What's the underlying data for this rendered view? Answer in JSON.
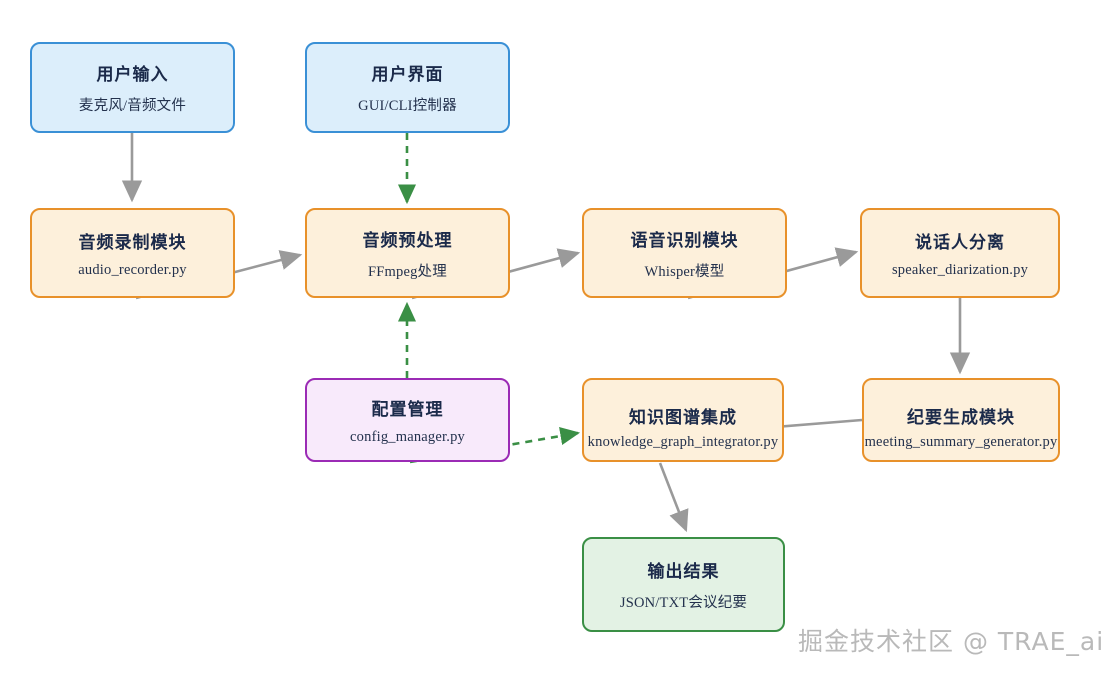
{
  "diagram": {
    "type": "flowchart",
    "watermark": "掘金技术社区 @ TRAE_ai",
    "colors": {
      "blue_fill": "#dceefb",
      "blue_border": "#3a90d6",
      "orange_fill": "#fdf0db",
      "orange_border": "#e8912a",
      "purple_fill": "#f8eafb",
      "purple_border": "#9b2bb5",
      "green_fill": "#e3f2e4",
      "green_border": "#3a8f45",
      "solid_edge": "#9a9a9a",
      "dashed_edge": "#3a8f45"
    },
    "nodes": [
      {
        "id": "user-input",
        "title": "用户输入",
        "sub": "麦克风/音频文件",
        "color": "blue"
      },
      {
        "id": "user-interface",
        "title": "用户界面",
        "sub": "GUI/CLI控制器",
        "color": "blue"
      },
      {
        "id": "audio-recorder",
        "title": "音频录制模块",
        "sub": "audio_recorder.py",
        "color": "orange"
      },
      {
        "id": "audio-preprocess",
        "title": "音频预处理",
        "sub": "FFmpeg处理",
        "color": "orange"
      },
      {
        "id": "speech-recognition",
        "title": "语音识别模块",
        "sub": "Whisper模型",
        "color": "orange"
      },
      {
        "id": "speaker-diarization",
        "title": "说话人分离",
        "sub": "speaker_diarization.py",
        "color": "orange"
      },
      {
        "id": "config-manager",
        "title": "配置管理",
        "sub": "config_manager.py",
        "color": "purple"
      },
      {
        "id": "knowledge-graph",
        "title": "知识图谱集成",
        "sub": "knowledge_graph_integrator.py",
        "color": "orange"
      },
      {
        "id": "summary-generator",
        "title": "纪要生成模块",
        "sub": "meeting_summary_generator.py",
        "color": "orange"
      },
      {
        "id": "output-result",
        "title": "输出结果",
        "sub": "JSON/TXT会议纪要",
        "color": "green"
      }
    ],
    "edges": [
      {
        "from": "user-input",
        "to": "audio-recorder",
        "style": "solid"
      },
      {
        "from": "user-interface",
        "to": "audio-preprocess",
        "style": "dashed"
      },
      {
        "from": "audio-recorder",
        "to": "audio-preprocess",
        "style": "solid"
      },
      {
        "from": "audio-preprocess",
        "to": "speech-recognition",
        "style": "solid"
      },
      {
        "from": "speech-recognition",
        "to": "speaker-diarization",
        "style": "solid"
      },
      {
        "from": "speaker-diarization",
        "to": "summary-generator",
        "style": "solid"
      },
      {
        "from": "summary-generator",
        "to": "knowledge-graph",
        "style": "solid"
      },
      {
        "from": "config-manager",
        "to": "audio-preprocess",
        "style": "dashed"
      },
      {
        "from": "config-manager",
        "to": "knowledge-graph",
        "style": "dashed"
      },
      {
        "from": "knowledge-graph",
        "to": "output-result",
        "style": "solid"
      }
    ]
  }
}
